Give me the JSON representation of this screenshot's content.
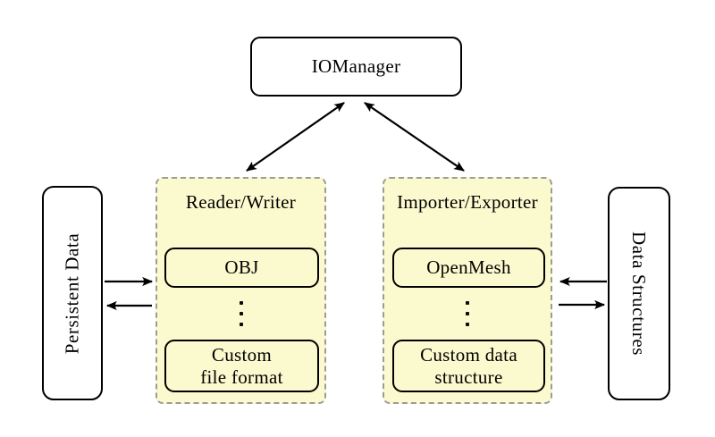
{
  "colors": {
    "background": "#ffffff",
    "group_fill": "#fbf9ce",
    "group_border": "#9b9b9b",
    "node_border": "#000000",
    "arrow": "#000000"
  },
  "nodes": {
    "iomanager": {
      "label": "IOManager"
    },
    "persistent_data": {
      "label": "Persistent Data"
    },
    "data_structures": {
      "label": "Data Structures"
    },
    "reader_writer": {
      "title": "Reader/Writer",
      "item_top": {
        "lines": [
          "OBJ"
        ]
      },
      "item_bottom": {
        "lines": [
          "Custom",
          "file format"
        ]
      }
    },
    "importer_exporter": {
      "title": "Importer/Exporter",
      "item_top": {
        "lines": [
          "OpenMesh"
        ]
      },
      "item_bottom": {
        "lines": [
          "Custom data",
          "structure"
        ]
      }
    }
  },
  "connections": [
    {
      "from": "IOManager",
      "to": "Reader/Writer",
      "type": "bidirectional"
    },
    {
      "from": "IOManager",
      "to": "Importer/Exporter",
      "type": "bidirectional"
    },
    {
      "from": "Persistent Data",
      "to": "Reader/Writer",
      "type": "directed"
    },
    {
      "from": "Reader/Writer",
      "to": "Persistent Data",
      "type": "directed"
    },
    {
      "from": "Data Structures",
      "to": "Importer/Exporter",
      "type": "directed"
    },
    {
      "from": "Importer/Exporter",
      "to": "Data Structures",
      "type": "directed"
    }
  ]
}
